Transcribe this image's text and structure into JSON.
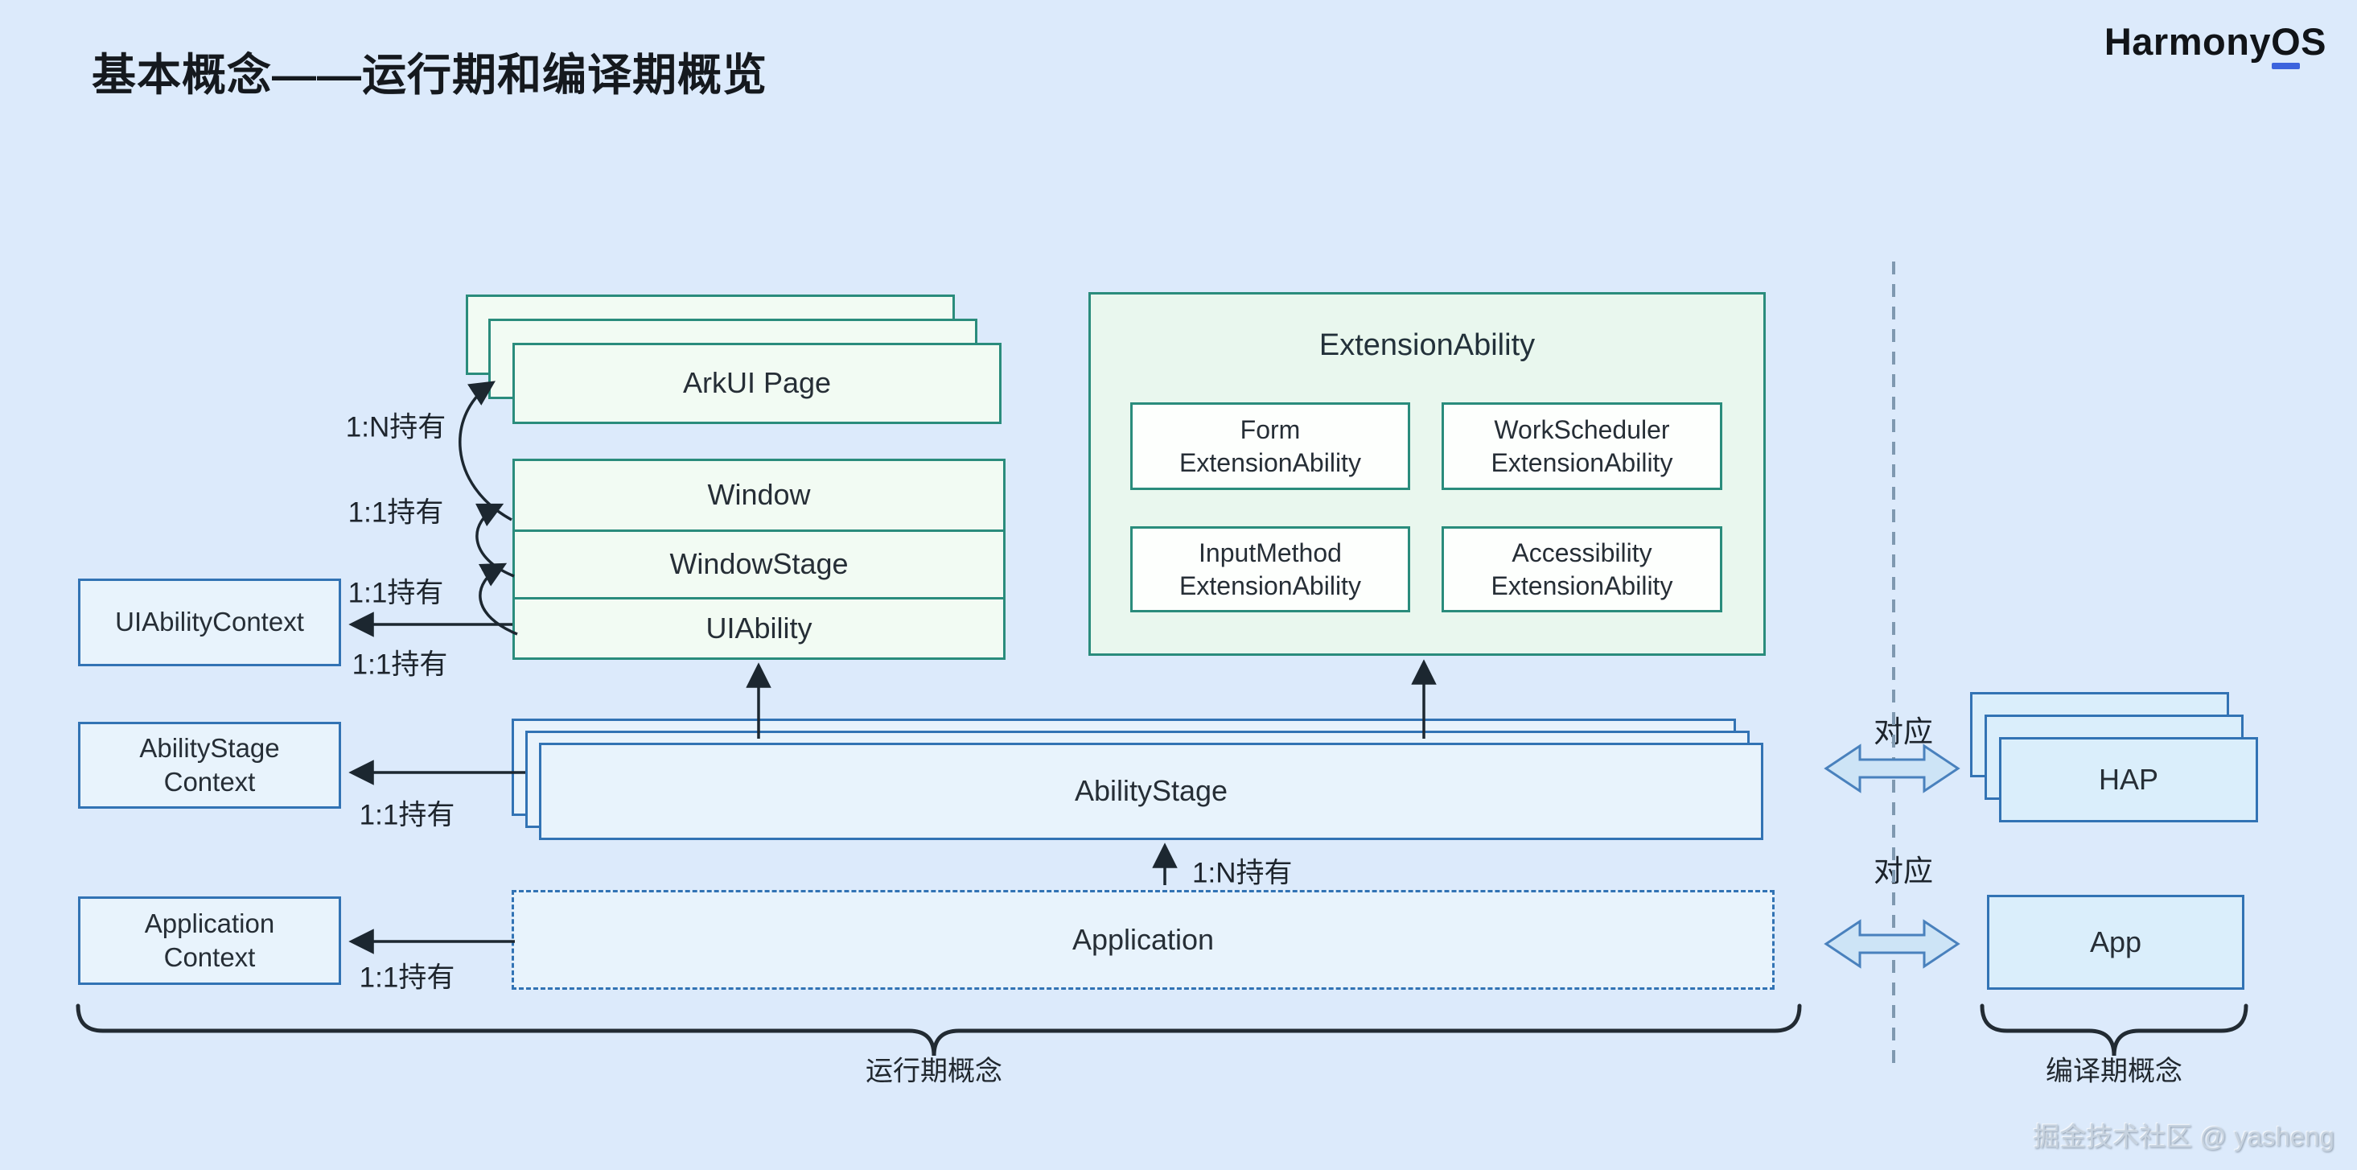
{
  "header": {
    "title": "基本概念——运行期和编译期概览",
    "logo": {
      "pre": "Harmony",
      "underlined": "O",
      "post": "S"
    }
  },
  "nodes": {
    "arkui_page": "ArkUI Page",
    "window": "Window",
    "window_stage": "WindowStage",
    "uiability": "UIAbility",
    "uiability_context": "UIAbilityContext",
    "ability_stage_context": "AbilityStage\nContext",
    "application_context": "Application\nContext",
    "extension_ability": "ExtensionAbility",
    "extension_types": [
      "Form\nExtensionAbility",
      "WorkScheduler\nExtensionAbility",
      "InputMethod\nExtensionAbility",
      "Accessibility\nExtensionAbility"
    ],
    "ability_stage": "AbilityStage",
    "application": "Application",
    "hap": "HAP",
    "app": "App"
  },
  "relations": {
    "holds_1n": "1:N持有",
    "holds_11": "1:1持有",
    "corresponds": "对应"
  },
  "captions": {
    "runtime": "运行期概念",
    "compile_time": "编译期概念"
  },
  "watermark": "掘金技术社区 @ yasheng",
  "colors": {
    "background": "#dceafb",
    "teal_border": "#2a8c7c",
    "green_fill": "#f2fbf3",
    "green_panel_fill": "#e9f7ee",
    "white_fill": "#fdfffd",
    "blue_border": "#3273b4",
    "blue_fill": "#e8f3fc",
    "package_fill": "#daeefb",
    "arrow": "#1c2730",
    "divider_dash": "#7f99b0",
    "double_arrow_fill": "#cde4f6",
    "double_arrow_border": "#4981bd",
    "logo_underline": "#3c63dd"
  }
}
